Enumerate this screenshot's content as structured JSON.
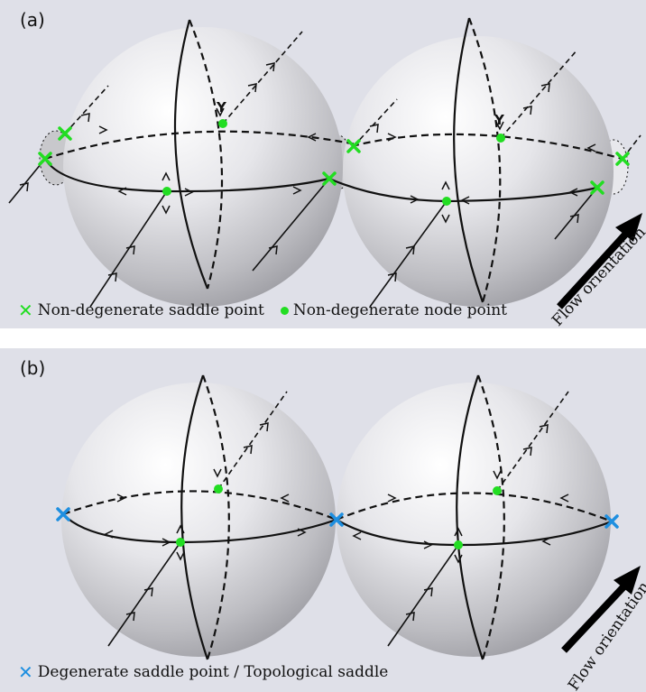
{
  "panel_a": {
    "label": "(a)",
    "legend_saddle": "Non-degenerate saddle point",
    "legend_node": "Non-degenerate node point",
    "flow_label": "Flow orientation",
    "y_label": "Y"
  },
  "panel_b": {
    "label": "(b)",
    "legend_saddle": "Degenerate saddle point / Topological saddle",
    "flow_label": "Flow orientation"
  },
  "colors": {
    "saddle_green": "#22dd22",
    "node_green": "#22dd22",
    "saddle_blue": "#1e8fe0",
    "background": "#dfe0e8"
  },
  "icons": [
    "cross-marker-icon",
    "dot-marker-icon",
    "arrow-icon"
  ]
}
